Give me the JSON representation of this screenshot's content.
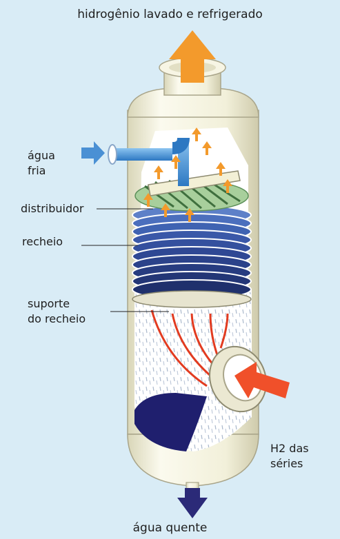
{
  "labels": {
    "top_outlet": "hidrogênio lavado e refrigerado",
    "water_in_line1": "água",
    "water_in_line2": "fria",
    "distributor": "distribuidor",
    "packing": "recheio",
    "support_line1": "suporte",
    "support_line2": "do recheio",
    "h2_in_line1": "H2 das",
    "h2_in_line2": "séries",
    "bottom_outlet": "água quente"
  },
  "colors": {
    "background": "#d9ecf6",
    "vessel": "#f3f1dc",
    "packing_ring": "#3a58a8",
    "packing_ring_light": "#7fa3d8",
    "water_pipe": "#4a90d4",
    "gas_arrow_out": "#f39a2c",
    "gas_arrow_in": "#f0502a",
    "rising_gas": "#e23b20",
    "liquid_pool": "#1f1f6e",
    "drain_arrow": "#2b2a78",
    "distributor_grid": "#7bb07a"
  },
  "icons": [
    "up-arrow-icon",
    "right-arrow-icon",
    "left-arrow-icon",
    "down-arrow-icon"
  ]
}
